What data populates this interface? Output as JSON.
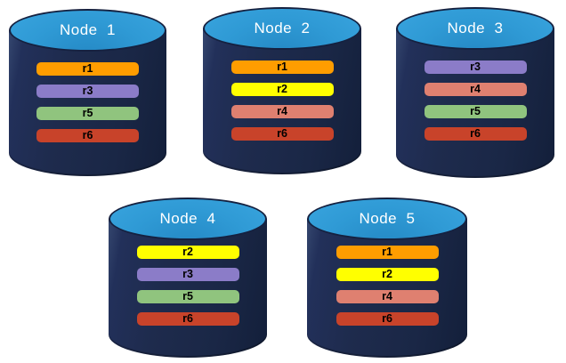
{
  "colors": {
    "cylinder_body": "#1E2B4D",
    "cylinder_body_highlight": "#35476F",
    "cylinder_top_fill": "#2F9AD5",
    "cylinder_outline": "#152140",
    "replicas": {
      "r1": "#FF9D00",
      "r2": "#FFFF00",
      "r3": "#8B7CC8",
      "r4": "#DF8070",
      "r5": "#90C47E",
      "r6": "#C8432A"
    }
  },
  "nodes": [
    {
      "label": "Node  1",
      "replicas": [
        "r1",
        "r3",
        "r5",
        "r6"
      ]
    },
    {
      "label": "Node  2",
      "replicas": [
        "r1",
        "r2",
        "r4",
        "r6"
      ]
    },
    {
      "label": "Node  3",
      "replicas": [
        "r3",
        "r4",
        "r5",
        "r6"
      ]
    },
    {
      "label": "Node  4",
      "replicas": [
        "r2",
        "r3",
        "r5",
        "r6"
      ]
    },
    {
      "label": "Node  5",
      "replicas": [
        "r1",
        "r2",
        "r4",
        "r6"
      ]
    }
  ]
}
